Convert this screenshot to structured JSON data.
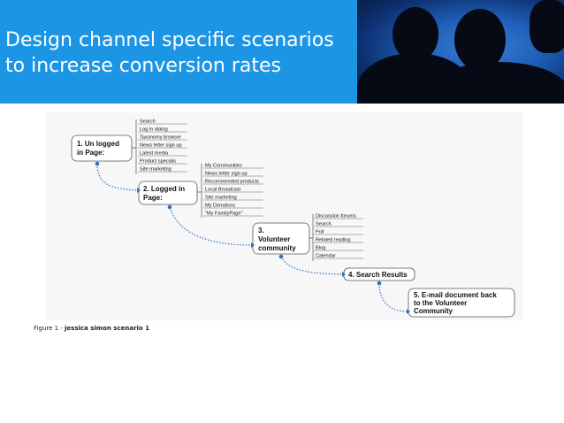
{
  "slide": {
    "title_lines": [
      "Design channel specific scenarios",
      "to increase conversion rates"
    ]
  },
  "diagram": {
    "nodes": [
      {
        "id": "n1",
        "lines": [
          "1. Un logged",
          "in Page:"
        ]
      },
      {
        "id": "n2",
        "lines": [
          "2. Logged in",
          "Page:"
        ]
      },
      {
        "id": "n3",
        "lines": [
          "3.",
          "Volunteer",
          "community"
        ]
      },
      {
        "id": "n4",
        "lines": [
          "4. Search Results"
        ]
      },
      {
        "id": "n5",
        "lines": [
          "5. E-mail document back",
          "to the Volunteer",
          "Community"
        ]
      }
    ],
    "lists": {
      "n1": [
        "Search",
        "Log in dialog",
        "Taxonomy browser",
        "News letter sign up",
        "Latest media",
        "Product specials",
        "Site marketing"
      ],
      "n2": [
        "My Communities",
        "News letter sign up",
        "Recommended products",
        "Local Broadcast",
        "Site marketing",
        "My Donations",
        "\"My FamilyPage\""
      ],
      "n3": [
        "Discussion forums",
        "Search",
        "Poll",
        "Related reading",
        "Blog",
        "Calendar"
      ]
    }
  },
  "caption": {
    "prefix": "Figure 1 - ",
    "text": "jessica simon scenario 1"
  }
}
